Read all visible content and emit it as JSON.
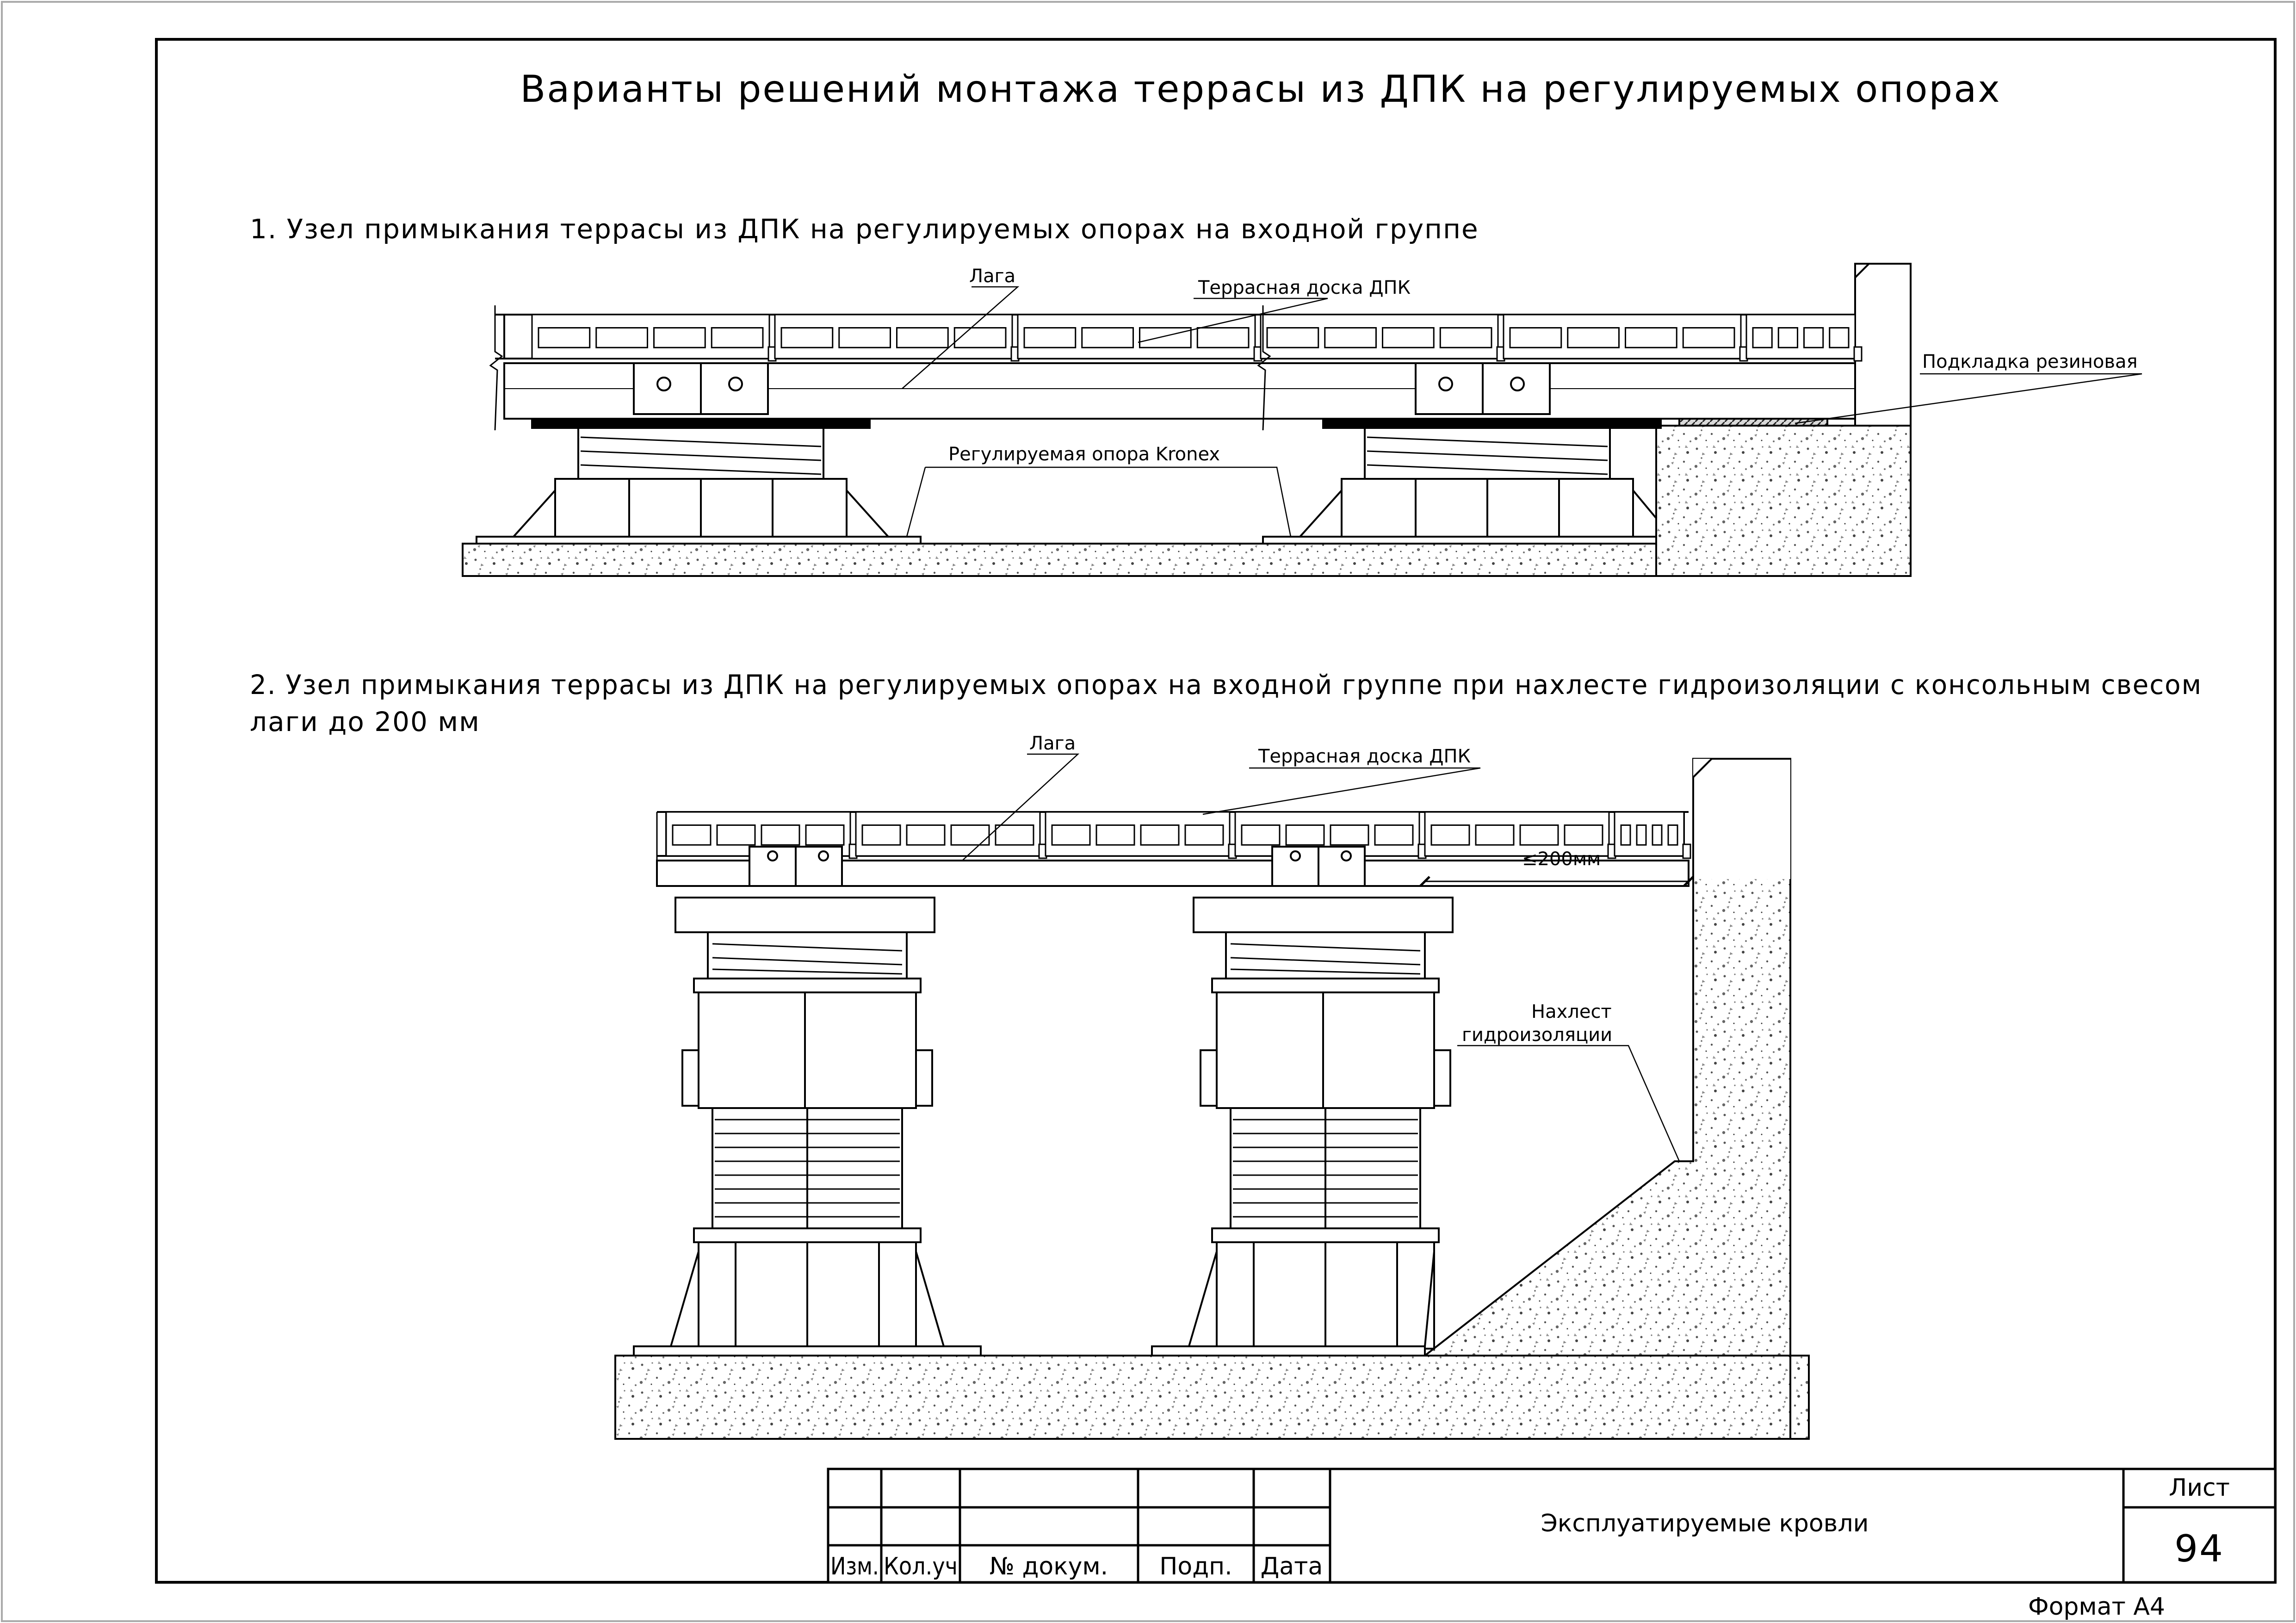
{
  "sheet_title": "Варианты решений монтажа террасы из ДПК на регулируемых опорах",
  "section1": {
    "heading": "1. Узел примыкания террасы из ДПК на регулируемых опорах на входной группе",
    "labels": {
      "joist": "Лага",
      "deck_board": "Террасная доска ДПК",
      "rubber_pad": "Подкладка резиновая",
      "pedestal": "Регулируемая опора Kronex"
    }
  },
  "section2": {
    "heading_line1": "2. Узел примыкания террасы из ДПК на регулируемых опорах на входной группе при нахлесте гидроизоляции с консольным свесом",
    "heading_line2": "лаги до 200 мм",
    "labels": {
      "joist": "Лага",
      "deck_board": "Террасная доска ДПК",
      "overhang_dim": "≤200мм",
      "waterproofing_line1": "Нахлест",
      "waterproofing_line2": "гидроизоляции"
    }
  },
  "title_block": {
    "project_name": "Эксплуатируемые кровли",
    "columns": [
      "Изм.",
      "Кол.уч",
      "№ докум.",
      "Подп.",
      "Дата"
    ],
    "sheet_label": "Лист",
    "sheet_number": "94"
  },
  "format_label": "Формат А4"
}
